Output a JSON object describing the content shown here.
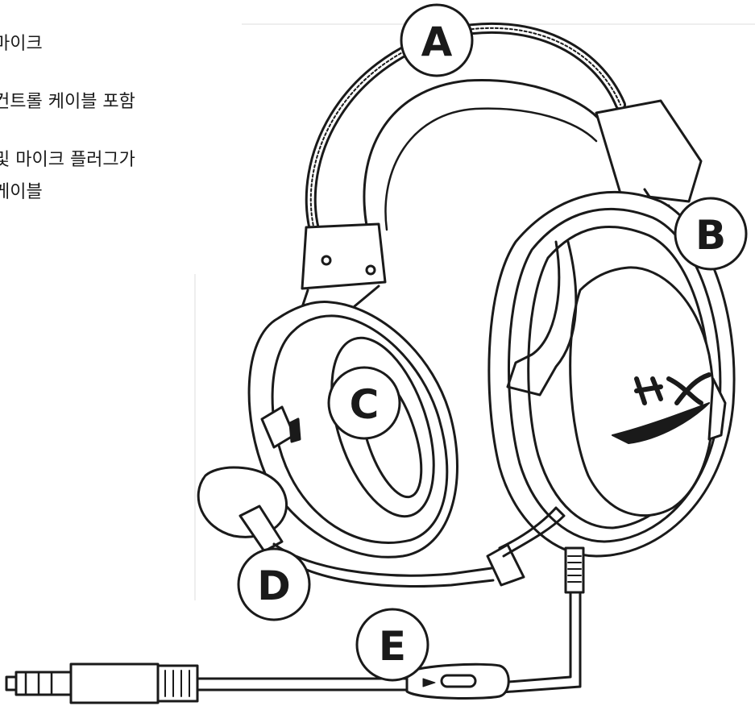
{
  "legend": {
    "line1": "마이크",
    "line2": "컨트롤 케이블 포함",
    "line3": "및 마이크 플러그가",
    "line4": "케이블"
  },
  "callouts": [
    "A",
    "B",
    "C",
    "D",
    "E"
  ],
  "brand_mark": "HX",
  "colors": {
    "line": "#1a1a1a",
    "fill": "#ffffff",
    "rule": "#cccccc"
  }
}
